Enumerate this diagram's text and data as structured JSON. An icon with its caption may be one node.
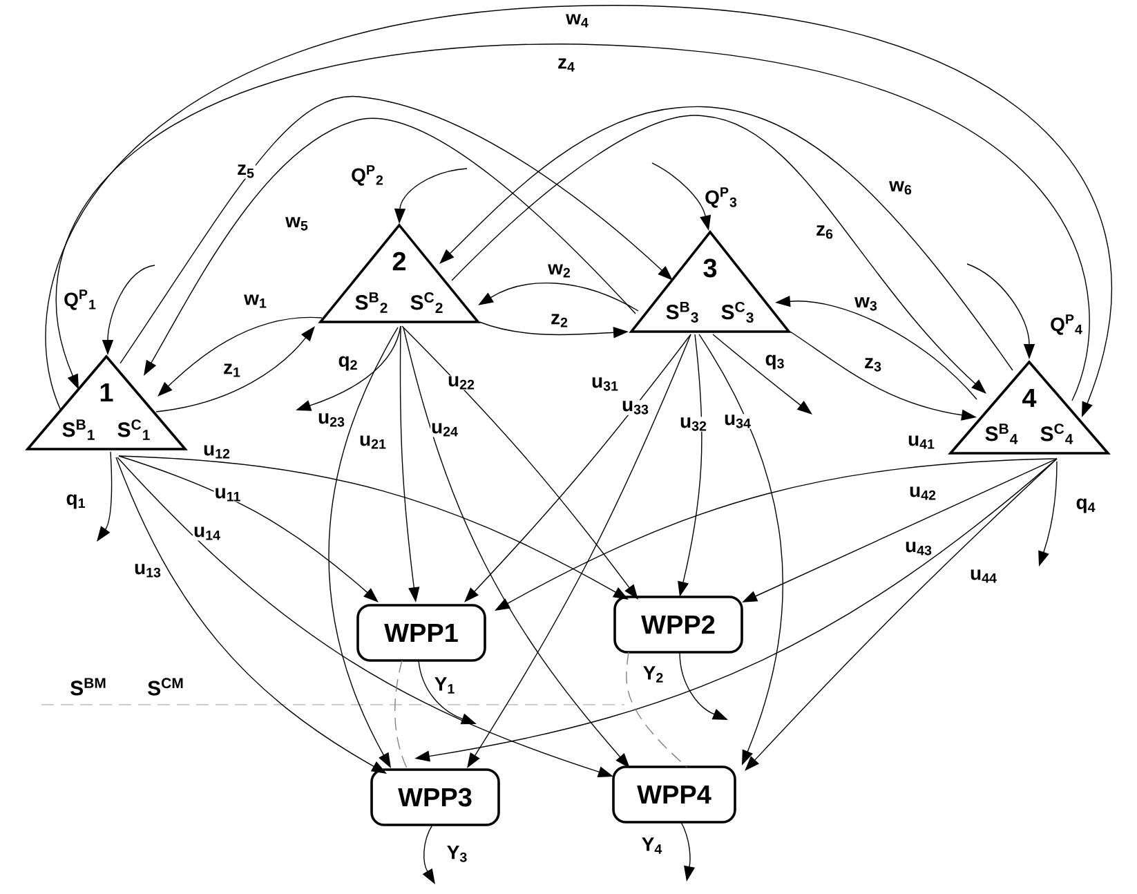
{
  "diagram": {
    "nodes": [
      {
        "text": [
          "1",
          "S$^{B}$$_{1}$",
          "S$^{C}$$_{1}$"
        ]
      },
      {
        "text": [
          "2",
          "S$^{B}$$_{2}$",
          "S$^{C}$$_{2}$"
        ]
      },
      {
        "text": [
          "3",
          "S$^{B}$$_{3}$",
          "S$^{C}$$_{3}$"
        ]
      },
      {
        "text": [
          "4",
          "S$^{B}$$_{4}$",
          "S$^{C}$$_{4}$"
        ]
      },
      {
        "text": [
          "WPP1"
        ]
      },
      {
        "text": [
          "WPP2"
        ]
      },
      {
        "text": [
          "WPP3"
        ]
      },
      {
        "text": [
          "WPP4"
        ]
      }
    ],
    "edges": [
      {
        "from": 1,
        "to": 0,
        "arrow": "to",
        "label": "w$_{1}$"
      },
      {
        "from": 0,
        "to": 1,
        "arrow": "to",
        "label": "z$_{1}$"
      },
      {
        "from": 2,
        "to": 1,
        "arrow": "to",
        "label": "w$_{2}$"
      },
      {
        "from": 1,
        "to": 2,
        "arrow": "to",
        "label": "z$_{2}$"
      },
      {
        "from": 3,
        "to": 2,
        "arrow": "to",
        "label": "w$_{3}$"
      },
      {
        "from": 2,
        "to": 3,
        "arrow": "to",
        "label": "z$_{3}$"
      },
      {
        "from": 0,
        "to": 3,
        "arrow": "to",
        "label": "w$_{4}$"
      },
      {
        "from": 3,
        "to": 0,
        "arrow": "to",
        "label": "z$_{4}$"
      },
      {
        "from": 0,
        "to": 2,
        "arrow": "to",
        "label": "z$_{5}$"
      },
      {
        "from": 2,
        "to": 0,
        "arrow": "to",
        "label": "w$_{5}$"
      },
      {
        "from": 1,
        "to": 3,
        "arrow": "to",
        "label": "z$_{6}$"
      },
      {
        "from": 3,
        "to": 1,
        "arrow": "to",
        "label": "w$_{6}$"
      },
      {
        "from": null,
        "to": 0,
        "arrow": "to",
        "label": "Q$^{P}$$_{1}$"
      },
      {
        "from": null,
        "to": 1,
        "arrow": "to",
        "label": "Q$^{P}$$_{2}$"
      },
      {
        "from": null,
        "to": 2,
        "arrow": "to",
        "label": "Q$^{P}$$_{3}$"
      },
      {
        "from": null,
        "to": 3,
        "arrow": "to",
        "label": "Q$^{P}$$_{4}$"
      },
      {
        "from": 0,
        "to": null,
        "arrow": "to",
        "label": "q$_{1}$"
      },
      {
        "from": 1,
        "to": null,
        "arrow": "to",
        "label": "q$_{2}$"
      },
      {
        "from": 2,
        "to": null,
        "arrow": "to",
        "label": "q$_{3}$"
      },
      {
        "from": 3,
        "to": null,
        "arrow": "to",
        "label": "q$_{4}$"
      },
      {
        "from": 0,
        "to": 4,
        "arrow": "to",
        "label": "u$_{11}$"
      },
      {
        "from": 0,
        "to": 5,
        "arrow": "to",
        "label": "u$_{12}$"
      },
      {
        "from": 0,
        "to": 6,
        "arrow": "to",
        "label": "u$_{13}$"
      },
      {
        "from": 0,
        "to": 7,
        "arrow": "to",
        "label": "u$_{14}$"
      },
      {
        "from": 1,
        "to": 4,
        "arrow": "to",
        "label": "u$_{21}$"
      },
      {
        "from": 1,
        "to": 5,
        "arrow": "to",
        "label": "u$_{22}$"
      },
      {
        "from": 1,
        "to": 6,
        "arrow": "to",
        "label": "u$_{23}$"
      },
      {
        "from": 1,
        "to": 7,
        "arrow": "to",
        "label": "u$_{24}$"
      },
      {
        "from": 2,
        "to": 4,
        "arrow": "to",
        "label": "u$_{31}$"
      },
      {
        "from": 2,
        "to": 5,
        "arrow": "to",
        "label": "u$_{32}$"
      },
      {
        "from": 2,
        "to": 6,
        "arrow": "to",
        "label": "u$_{33}$"
      },
      {
        "from": 2,
        "to": 7,
        "arrow": "to",
        "label": "u$_{34}$"
      },
      {
        "from": 3,
        "to": 4,
        "arrow": "to",
        "label": "u$_{41}$"
      },
      {
        "from": 3,
        "to": 5,
        "arrow": "to",
        "label": "u$_{42}$"
      },
      {
        "from": 3,
        "to": 6,
        "arrow": "to",
        "label": "u$_{43}$"
      },
      {
        "from": 3,
        "to": 7,
        "arrow": "to",
        "label": "u$_{44}$"
      },
      {
        "from": 4,
        "to": null,
        "arrow": "to",
        "label": "Y$_{1}$"
      },
      {
        "from": 5,
        "to": null,
        "arrow": "to",
        "label": "Y$_{2}$"
      },
      {
        "from": 6,
        "to": null,
        "arrow": "to",
        "label": "Y$_{3}$"
      },
      {
        "from": 7,
        "to": null,
        "arrow": "to",
        "label": "Y$_{4}$"
      },
      {
        "from": 4,
        "to": 6,
        "arrow": "none",
        "style": "dashed",
        "color": "#808080"
      },
      {
        "from": 5,
        "to": 7,
        "arrow": "none",
        "style": "dashed",
        "color": "#808080"
      }
    ],
    "labels": [
      "S$^{BM}$",
      "S$^{CM}$"
    ]
  }
}
